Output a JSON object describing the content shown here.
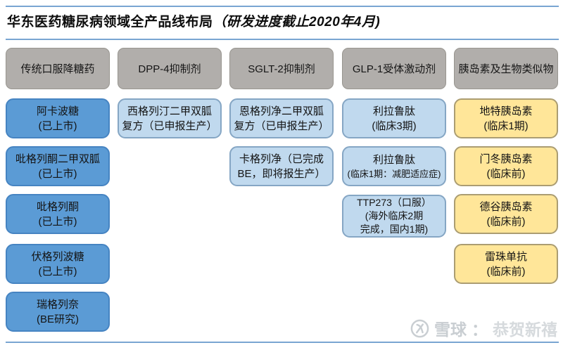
{
  "page": {
    "title": "华东医药糖尿病领域全产品线布局",
    "subtitle": "（研发进度截止2020年4月)"
  },
  "columns": [
    {
      "header": "传统口服降糖药",
      "items": [
        {
          "lines": [
            "阿卡波糖",
            "(已上市)"
          ]
        },
        {
          "lines": [
            "吡格列酮二甲双胍",
            "(已上市)"
          ]
        },
        {
          "lines": [
            "吡格列酮",
            "(已上市)"
          ]
        },
        {
          "lines": [
            "伏格列波糖",
            "(已上市)"
          ]
        },
        {
          "lines": [
            "瑞格列奈",
            "(BE研究)"
          ]
        }
      ]
    },
    {
      "header": "DPP-4抑制剂",
      "items": [
        {
          "lines": [
            "西格列汀二甲双胍",
            "复方（已申报生产）"
          ]
        }
      ]
    },
    {
      "header": "SGLT-2抑制剂",
      "items": [
        {
          "lines": [
            "恩格列净二甲双胍",
            "复方（已申报生产）"
          ]
        },
        {
          "lines": [
            "卡格列净（已完成",
            "BE，即将报生产）"
          ]
        }
      ]
    },
    {
      "header": "GLP-1受体激动剂",
      "items": [
        {
          "lines": [
            "利拉鲁肽",
            "(临床3期)"
          ]
        },
        {
          "lines": [
            "利拉鲁肽",
            "(临床1期：减肥适应症)"
          ]
        },
        {
          "lines": [
            "TTP273（口服）",
            "(海外临床2期",
            "完成，国内1期)"
          ]
        }
      ]
    },
    {
      "header": "胰岛素及生物类似物",
      "items": [
        {
          "lines": [
            "地特胰岛素",
            "(临床1期)"
          ]
        },
        {
          "lines": [
            "门冬胰岛素",
            "(临床前)"
          ]
        },
        {
          "lines": [
            "德谷胰岛素",
            "(临床前)"
          ]
        },
        {
          "lines": [
            "雷珠单抗",
            "(临床前)"
          ]
        }
      ]
    }
  ],
  "watermark": {
    "brand": "雪球",
    "separator": "：",
    "suffix": "恭贺新禧"
  },
  "colors": {
    "rule_blue": "#79a5d2",
    "header_gray": "#b1aeab",
    "marketed_blue": "#5b9bd5",
    "pipeline_light_blue": "#c0d9ee",
    "insulin_yellow": "#ffe699",
    "text": "#141414"
  }
}
